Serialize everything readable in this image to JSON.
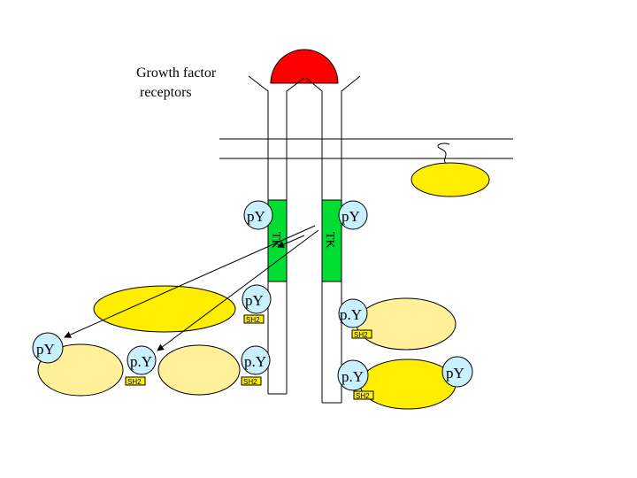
{
  "title": {
    "line1": "Growth factor",
    "line2": "receptors"
  },
  "labels": {
    "py": "pY",
    "py_alt": "p.Y",
    "sh2": "SH2",
    "tk": "TK"
  },
  "colors": {
    "ligand": "#ff0000",
    "kinase": "#00dd33",
    "bright_protein": "#ffee00",
    "pale_protein": "#fff099",
    "py_circle": "#c8f0ff",
    "sh2_box": "#ffee00"
  }
}
